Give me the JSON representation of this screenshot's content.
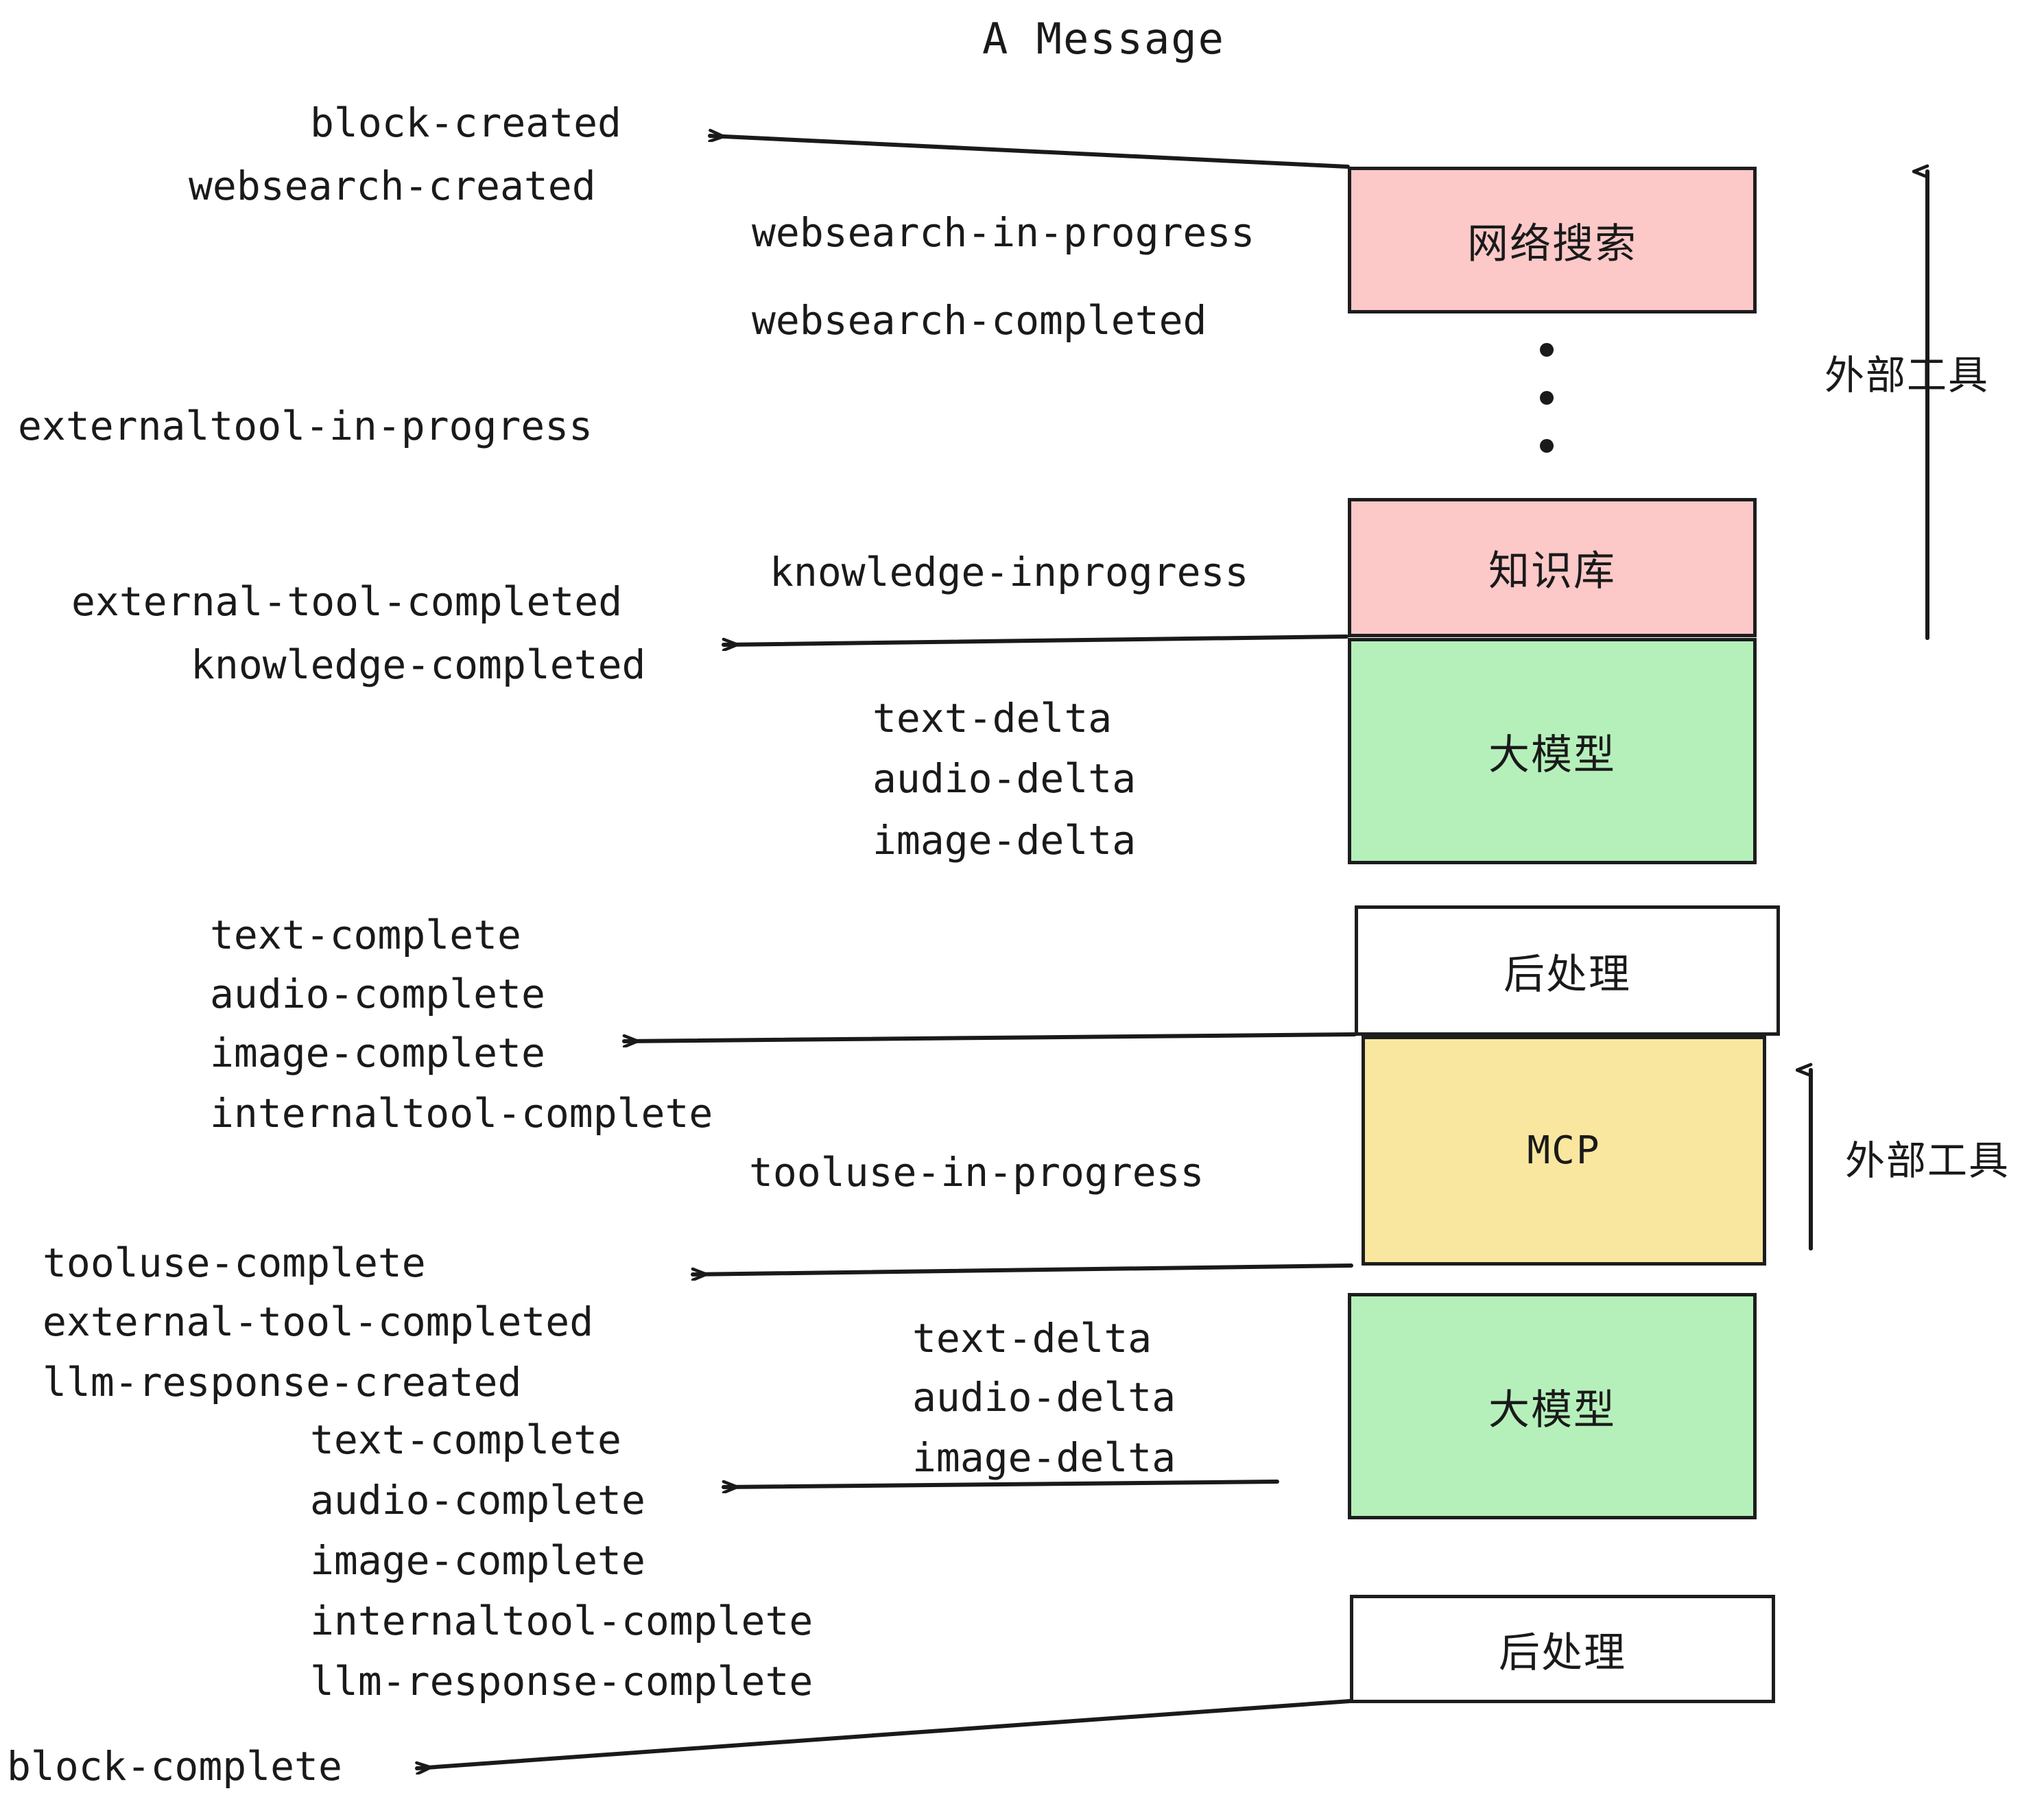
{
  "title": "A Message",
  "colors": {
    "pink": "#fcc8c8",
    "green": "#b5f0bb",
    "yellow": "#fae79f",
    "white": "#ffffff",
    "stroke": "#1d1d1d",
    "text": "#1a1a1a"
  },
  "nodes": {
    "websearch": "网络搜索",
    "knowledge": "知识库",
    "llm_first": "大模型",
    "postprocess_first": "后处理",
    "mcp": "MCP",
    "llm_second": "大模型",
    "postprocess_second": "后处理"
  },
  "side_labels": {
    "external_tool_top": "外部工具",
    "external_tool_bottom": "外部工具"
  },
  "events": {
    "block_created": "block-created",
    "websearch_created": "websearch-created",
    "websearch_in_progress": "websearch-in-progress",
    "websearch_completed": "websearch-completed",
    "externaltool_in_progress": "externaltool-in-progress",
    "knowledge_inprogress": "knowledge-inprogress",
    "external_tool_completed_1": "external-tool-completed",
    "knowledge_completed": "knowledge-completed",
    "text_delta_1": "text-delta",
    "audio_delta_1": "audio-delta",
    "image_delta_1": "image-delta",
    "text_complete_1": "text-complete",
    "audio_complete_1": "audio-complete",
    "image_complete_1": "image-complete",
    "internaltool_complete_1": "internaltool-complete",
    "tooluse_in_progress": "tooluse-in-progress",
    "tooluse_complete": "tooluse-complete",
    "external_tool_completed_2": "external-tool-completed",
    "llm_response_created": "llm-response-created",
    "text_delta_2": "text-delta",
    "audio_delta_2": "audio-delta",
    "image_delta_2": "image-delta",
    "text_complete_2": "text-complete",
    "audio_complete_2": "audio-complete",
    "image_complete_2": "image-complete",
    "internaltool_complete_2": "internaltool-complete",
    "llm_response_complete": "llm-response-complete",
    "block_complete": "block-complete"
  }
}
